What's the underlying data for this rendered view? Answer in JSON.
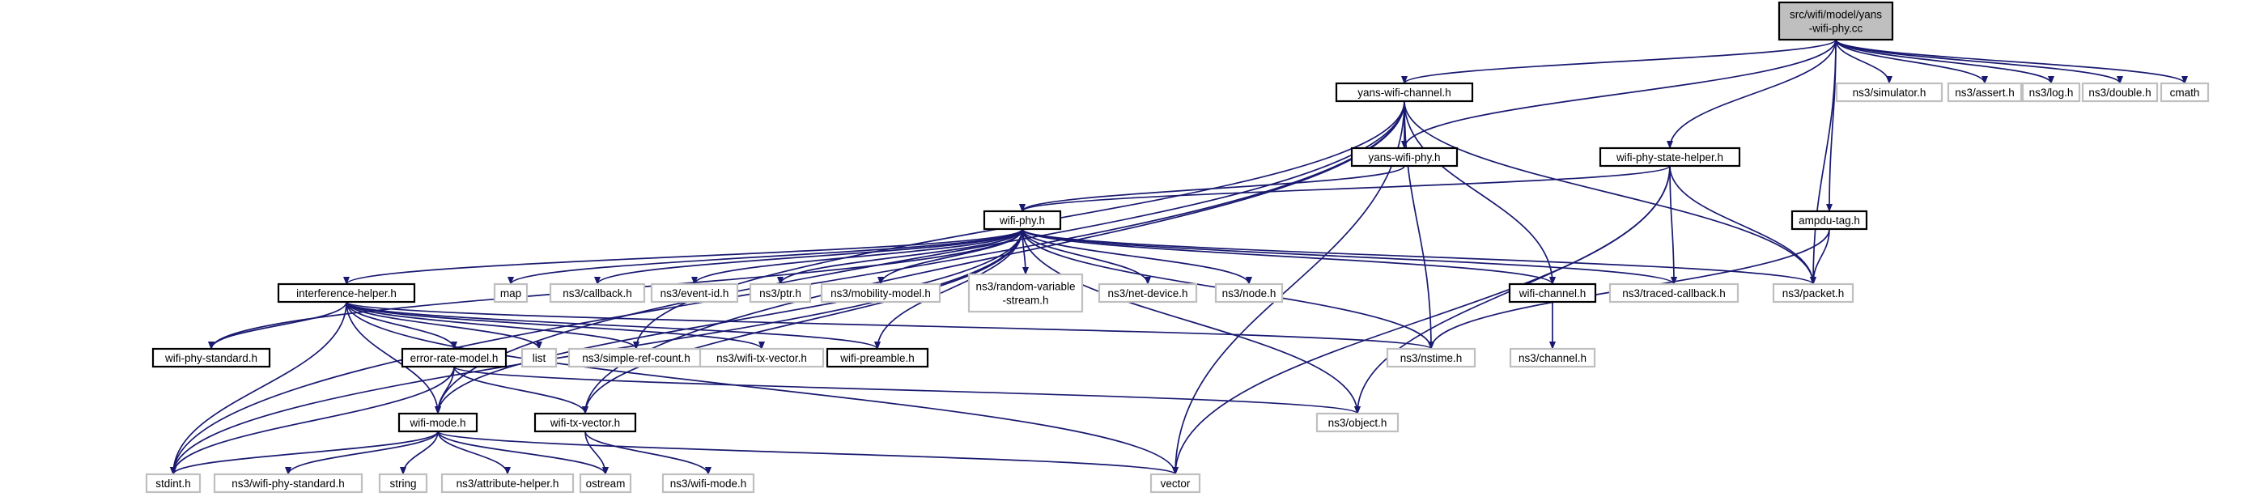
{
  "graph": {
    "edge_color": "#191970",
    "nodes": [
      {
        "id": "root",
        "lines": [
          "src/wifi/model/yans",
          "-wifi-phy.cc"
        ],
        "kind": "root"
      },
      {
        "id": "ywc",
        "lines": [
          "yans-wifi-channel.h"
        ],
        "kind": "box"
      },
      {
        "id": "nsim",
        "lines": [
          "ns3/simulator.h"
        ],
        "kind": "ext"
      },
      {
        "id": "nassert",
        "lines": [
          "ns3/assert.h"
        ],
        "kind": "ext"
      },
      {
        "id": "nlog",
        "lines": [
          "ns3/log.h"
        ],
        "kind": "ext"
      },
      {
        "id": "ndouble",
        "lines": [
          "ns3/double.h"
        ],
        "kind": "ext"
      },
      {
        "id": "cmath",
        "lines": [
          "cmath"
        ],
        "kind": "ext"
      },
      {
        "id": "ywp",
        "lines": [
          "yans-wifi-phy.h"
        ],
        "kind": "box"
      },
      {
        "id": "wpsh",
        "lines": [
          "wifi-phy-state-helper.h"
        ],
        "kind": "box"
      },
      {
        "id": "wphy",
        "lines": [
          "wifi-phy.h"
        ],
        "kind": "box"
      },
      {
        "id": "ampdu",
        "lines": [
          "ampdu-tag.h"
        ],
        "kind": "box"
      },
      {
        "id": "ih",
        "lines": [
          "interference-helper.h"
        ],
        "kind": "box"
      },
      {
        "id": "map",
        "lines": [
          "map"
        ],
        "kind": "ext"
      },
      {
        "id": "ncb",
        "lines": [
          "ns3/callback.h"
        ],
        "kind": "ext"
      },
      {
        "id": "nevt",
        "lines": [
          "ns3/event-id.h"
        ],
        "kind": "ext"
      },
      {
        "id": "nptr",
        "lines": [
          "ns3/ptr.h"
        ],
        "kind": "ext"
      },
      {
        "id": "nmob",
        "lines": [
          "ns3/mobility-model.h"
        ],
        "kind": "ext"
      },
      {
        "id": "nrvs",
        "lines": [
          "ns3/random-variable",
          "-stream.h"
        ],
        "kind": "ext"
      },
      {
        "id": "nnd",
        "lines": [
          "ns3/net-device.h"
        ],
        "kind": "ext"
      },
      {
        "id": "nnode",
        "lines": [
          "ns3/node.h"
        ],
        "kind": "ext"
      },
      {
        "id": "wch",
        "lines": [
          "wifi-channel.h"
        ],
        "kind": "box"
      },
      {
        "id": "ntcb",
        "lines": [
          "ns3/traced-callback.h"
        ],
        "kind": "ext"
      },
      {
        "id": "npkt",
        "lines": [
          "ns3/packet.h"
        ],
        "kind": "ext"
      },
      {
        "id": "wps",
        "lines": [
          "wifi-phy-standard.h"
        ],
        "kind": "box"
      },
      {
        "id": "erm",
        "lines": [
          "error-rate-model.h"
        ],
        "kind": "box"
      },
      {
        "id": "list",
        "lines": [
          "list"
        ],
        "kind": "ext"
      },
      {
        "id": "nsrc",
        "lines": [
          "ns3/simple-ref-count.h"
        ],
        "kind": "ext"
      },
      {
        "id": "nwtv",
        "lines": [
          "ns3/wifi-tx-vector.h"
        ],
        "kind": "ext"
      },
      {
        "id": "wpre",
        "lines": [
          "wifi-preamble.h"
        ],
        "kind": "box"
      },
      {
        "id": "nnst",
        "lines": [
          "ns3/nstime.h"
        ],
        "kind": "ext"
      },
      {
        "id": "nch",
        "lines": [
          "ns3/channel.h"
        ],
        "kind": "ext"
      },
      {
        "id": "wmode",
        "lines": [
          "wifi-mode.h"
        ],
        "kind": "box"
      },
      {
        "id": "wtv",
        "lines": [
          "wifi-tx-vector.h"
        ],
        "kind": "box"
      },
      {
        "id": "nobj",
        "lines": [
          "ns3/object.h"
        ],
        "kind": "ext"
      },
      {
        "id": "stdint",
        "lines": [
          "stdint.h"
        ],
        "kind": "ext"
      },
      {
        "id": "nwps",
        "lines": [
          "ns3/wifi-phy-standard.h"
        ],
        "kind": "ext"
      },
      {
        "id": "string",
        "lines": [
          "string"
        ],
        "kind": "ext"
      },
      {
        "id": "nattr",
        "lines": [
          "ns3/attribute-helper.h"
        ],
        "kind": "ext"
      },
      {
        "id": "ostream",
        "lines": [
          "ostream"
        ],
        "kind": "ext"
      },
      {
        "id": "nwmode",
        "lines": [
          "ns3/wifi-mode.h"
        ],
        "kind": "ext"
      },
      {
        "id": "vector",
        "lines": [
          "vector"
        ],
        "kind": "ext"
      }
    ],
    "edges": [
      [
        "root",
        "ywc"
      ],
      [
        "root",
        "nsim"
      ],
      [
        "root",
        "nassert"
      ],
      [
        "root",
        "nlog"
      ],
      [
        "root",
        "ndouble"
      ],
      [
        "root",
        "cmath"
      ],
      [
        "root",
        "ywp"
      ],
      [
        "root",
        "wpsh"
      ],
      [
        "root",
        "ampdu"
      ],
      [
        "root",
        "npkt"
      ],
      [
        "ywc",
        "ywp"
      ],
      [
        "ywc",
        "wch"
      ],
      [
        "ywc",
        "nnst"
      ],
      [
        "ywc",
        "npkt"
      ],
      [
        "ywc",
        "vector"
      ],
      [
        "ywc",
        "stdint"
      ],
      [
        "ywc",
        "wmode"
      ],
      [
        "ywc",
        "wtv"
      ],
      [
        "ywc",
        "nsrc"
      ],
      [
        "ywp",
        "wphy"
      ],
      [
        "wpsh",
        "wphy"
      ],
      [
        "wpsh",
        "ntcb"
      ],
      [
        "wpsh",
        "nobj"
      ],
      [
        "wpsh",
        "vector"
      ],
      [
        "wpsh",
        "npkt"
      ],
      [
        "ampdu",
        "npkt"
      ],
      [
        "ampdu",
        "nnst"
      ],
      [
        "wphy",
        "ih"
      ],
      [
        "wphy",
        "map"
      ],
      [
        "wphy",
        "ncb"
      ],
      [
        "wphy",
        "nevt"
      ],
      [
        "wphy",
        "nptr"
      ],
      [
        "wphy",
        "nmob"
      ],
      [
        "wphy",
        "nrvs"
      ],
      [
        "wphy",
        "nnd"
      ],
      [
        "wphy",
        "nnode"
      ],
      [
        "wphy",
        "wch"
      ],
      [
        "wphy",
        "ntcb"
      ],
      [
        "wphy",
        "npkt"
      ],
      [
        "wphy",
        "nnst"
      ],
      [
        "wphy",
        "nobj"
      ],
      [
        "wphy",
        "wtv"
      ],
      [
        "wphy",
        "wps"
      ],
      [
        "wphy",
        "wpre"
      ],
      [
        "wphy",
        "wmode"
      ],
      [
        "wphy",
        "stdint"
      ],
      [
        "ih",
        "wps"
      ],
      [
        "ih",
        "erm"
      ],
      [
        "ih",
        "list"
      ],
      [
        "ih",
        "nsrc"
      ],
      [
        "ih",
        "nwtv"
      ],
      [
        "ih",
        "wpre"
      ],
      [
        "ih",
        "nnst"
      ],
      [
        "ih",
        "wmode"
      ],
      [
        "ih",
        "stdint"
      ],
      [
        "ih",
        "vector"
      ],
      [
        "wch",
        "nch"
      ],
      [
        "erm",
        "wmode"
      ],
      [
        "erm",
        "wtv"
      ],
      [
        "erm",
        "nobj"
      ],
      [
        "erm",
        "stdint"
      ],
      [
        "wmode",
        "stdint"
      ],
      [
        "wmode",
        "nwps"
      ],
      [
        "wmode",
        "string"
      ],
      [
        "wmode",
        "nattr"
      ],
      [
        "wmode",
        "ostream"
      ],
      [
        "wmode",
        "vector"
      ],
      [
        "wtv",
        "ostream"
      ],
      [
        "wtv",
        "nwmode"
      ]
    ]
  }
}
